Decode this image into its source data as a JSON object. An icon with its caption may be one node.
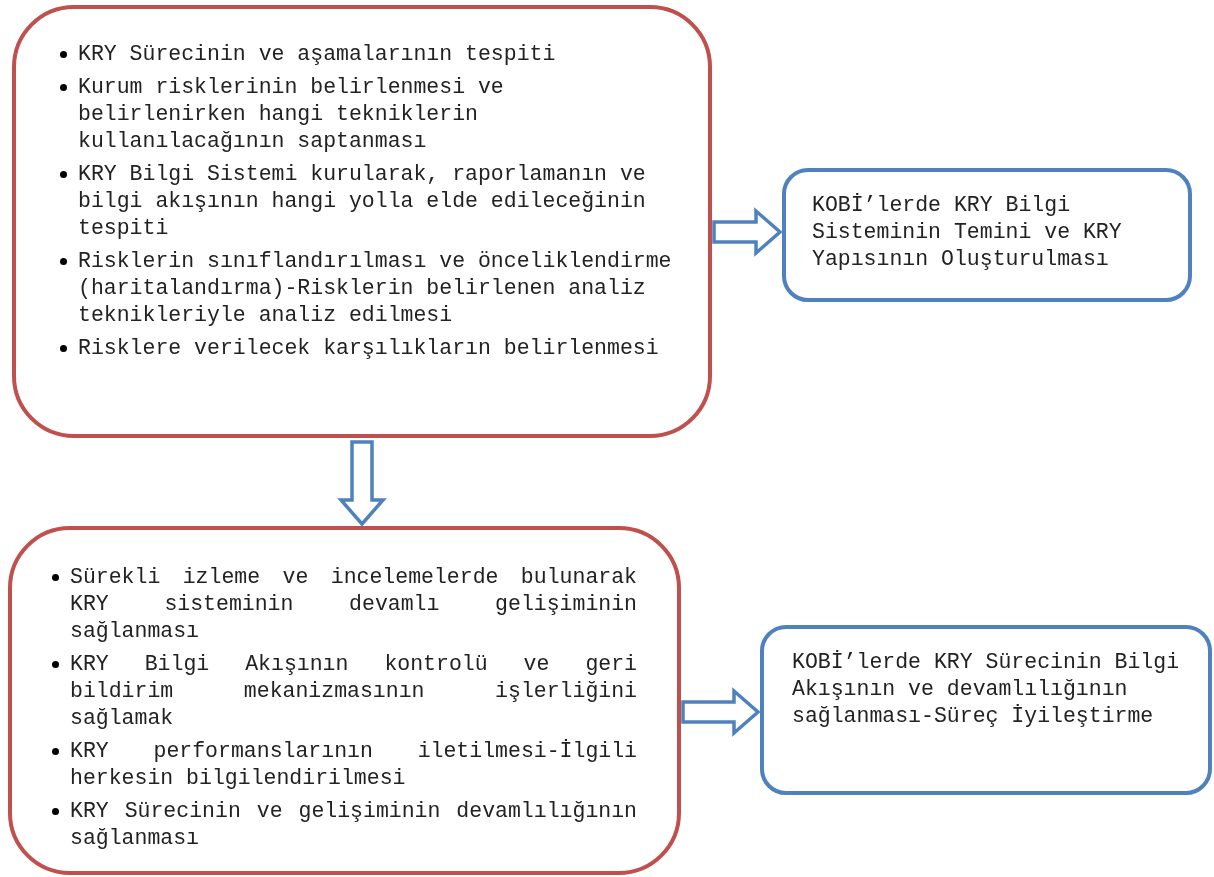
{
  "diagram": {
    "nodes": [
      {
        "text": [
          "KRY Sürecinin ve aşamalarının tespiti",
          "Kurum risklerinin belirlenmesi ve belirlenirken hangi tekniklerin kullanılacağının saptanması",
          "KRY Bilgi Sistemi kurularak, raporlamanın ve bilgi akışının hangi yolla elde edileceğinin tespiti",
          "Risklerin sınıflandırılması ve önceliklendirme (haritalandırma)-Risklerin belirlenen analiz teknikleriyle analiz edilmesi",
          "Risklere verilecek karşılıkların belirlenmesi"
        ]
      },
      {
        "text": [
          "KOBİ’lerde KRY Bilgi Sisteminin Temini ve KRY Yapısının Oluşturulması"
        ]
      },
      {
        "text": [
          "Sürekli izleme ve incelemelerde bulunarak KRY sisteminin devamlı gelişiminin sağlanması",
          "KRY Bilgi Akışının kontrolü ve geri bildirim mekanizmasının işlerliğini sağlamak",
          "KRY performanslarının iletilmesi-İlgili herkesin bilgilendirilmesi",
          "KRY Sürecinin ve gelişiminin devamlılığının sağlanması"
        ]
      },
      {
        "text": [
          "KOBİ’lerde KRY Sürecinin Bilgi Akışının ve devamlılığının sağlanması-Süreç İyileştirme"
        ]
      }
    ],
    "edges": [
      {
        "from": 0,
        "to": 1,
        "arrow": "to"
      },
      {
        "from": 0,
        "to": 2,
        "arrow": "to"
      },
      {
        "from": 2,
        "to": 3,
        "arrow": "to"
      }
    ]
  }
}
